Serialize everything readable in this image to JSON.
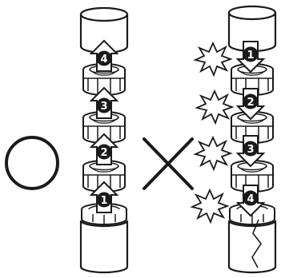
{
  "colors": {
    "stroke": "#1a1a1a",
    "fill": "#ffffff",
    "marker_fill": "#1a1a1a",
    "marker_text": "#ffffff"
  },
  "symbols": {
    "correct": "correct-circle-icon",
    "incorrect": "incorrect-cross-icon",
    "impact": "impact-burst-icon",
    "crack": "crack-line"
  },
  "left_steps": [
    "1",
    "2",
    "3",
    "4"
  ],
  "right_steps": [
    "1",
    "2",
    "3",
    "4"
  ]
}
